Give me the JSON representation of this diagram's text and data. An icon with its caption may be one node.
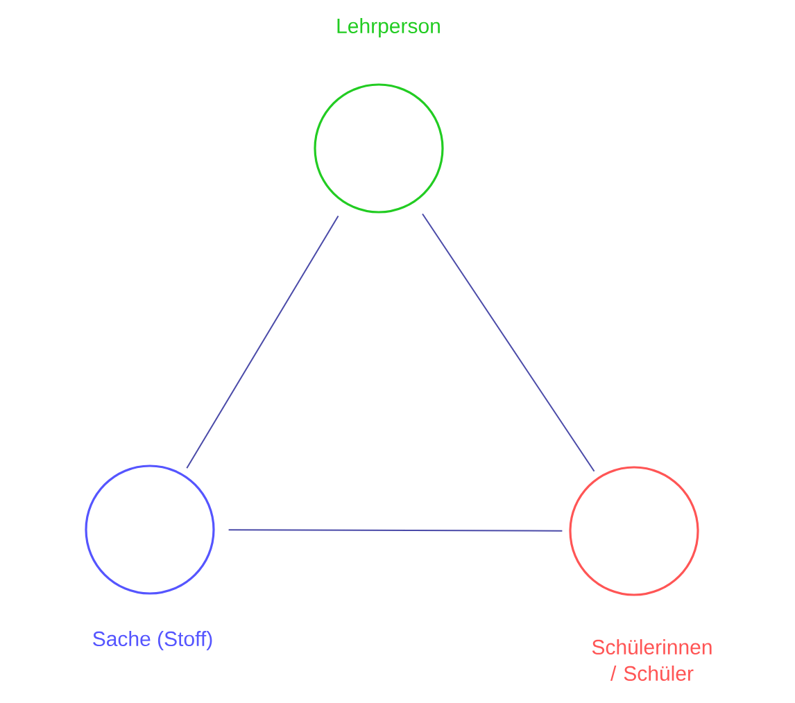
{
  "diagram": {
    "nodes": [
      {
        "text": [
          "Lehrperson"
        ]
      },
      {
        "text": [
          "Sache (Stoff)"
        ]
      },
      {
        "text": [
          "Schülerinnen / Schüler"
        ]
      }
    ],
    "edges": [
      {
        "from": 0,
        "to": 1,
        "arrow": "none"
      },
      {
        "from": 0,
        "to": 2,
        "arrow": "none"
      },
      {
        "from": 1,
        "to": 2,
        "arrow": "none"
      }
    ]
  }
}
